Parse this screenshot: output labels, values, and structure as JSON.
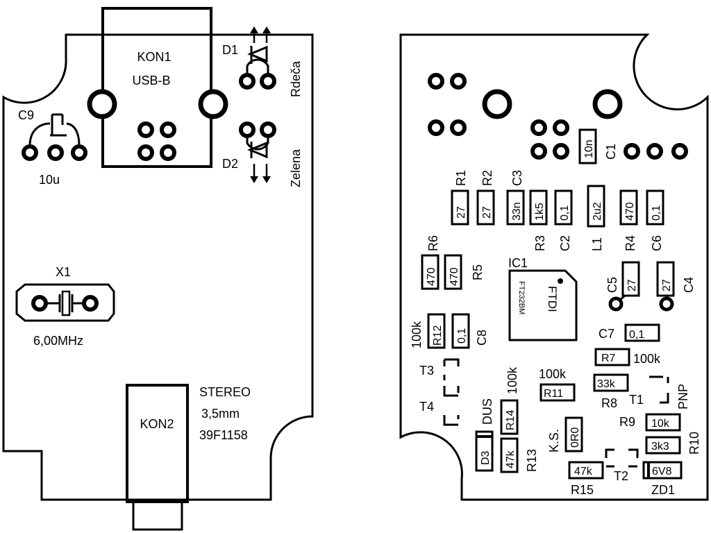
{
  "front": {
    "kon1": {
      "name": "KON1",
      "type": "USB-B"
    },
    "d1": {
      "name": "D1",
      "color": "Rdeča"
    },
    "d2": {
      "name": "D2",
      "color": "Zelena"
    },
    "c9": {
      "name": "C9",
      "value": "10u"
    },
    "x1": {
      "name": "X1",
      "value": "6,00MHz"
    },
    "kon2": {
      "name": "KON2",
      "line1": "STEREO",
      "line2": "3,5mm",
      "line3": "39F1158"
    }
  },
  "back": {
    "ic1": {
      "name": "IC1",
      "chip": "FTDI",
      "part": "FT232BM"
    },
    "r1": {
      "name": "R1",
      "value": "27"
    },
    "r2": {
      "name": "R2",
      "value": "27"
    },
    "c3": {
      "name": "C3",
      "value": "33n"
    },
    "r3": {
      "name": "R3",
      "value": "1k5"
    },
    "c2": {
      "name": "C2",
      "value": "0,1"
    },
    "l1": {
      "name": "L1",
      "value": "2u2"
    },
    "r4": {
      "name": "R4",
      "value": "470"
    },
    "c6": {
      "name": "C6",
      "value": "0,1"
    },
    "c1": {
      "name": "C1",
      "value": "10n"
    },
    "r6": {
      "name": "R6",
      "value": "470"
    },
    "r5": {
      "name": "R5",
      "value": "470"
    },
    "c5": {
      "name": "C5",
      "value": "27"
    },
    "c4": {
      "name": "C4",
      "value": "27"
    },
    "r12": {
      "name": "R12",
      "value": "100k"
    },
    "c8": {
      "name": "C8",
      "value": "0,1"
    },
    "c7": {
      "name": "C7",
      "value": "0,1"
    },
    "r7": {
      "name": "R7",
      "value": "100k"
    },
    "r8": {
      "name": "R8",
      "value": "33k"
    },
    "r11": {
      "name": "R11",
      "value": "100k"
    },
    "t1": {
      "name": "T1",
      "type": "PNP"
    },
    "t2": {
      "name": "T2"
    },
    "t3": {
      "name": "T3"
    },
    "t4": {
      "name": "T4"
    },
    "r14": {
      "name": "R14",
      "value": "100k"
    },
    "d3": {
      "name": "D3",
      "label": "DUS"
    },
    "r13": {
      "name": "R13",
      "value": "47k"
    },
    "ks": {
      "name": "K.S.",
      "value": "0R0"
    },
    "r9": {
      "name": "R9",
      "value": "10k"
    },
    "r10": {
      "name": "R10",
      "value": "3k3"
    },
    "r15": {
      "name": "R15",
      "value": "47k"
    },
    "zd1": {
      "name": "ZD1",
      "value": "6V8"
    }
  }
}
